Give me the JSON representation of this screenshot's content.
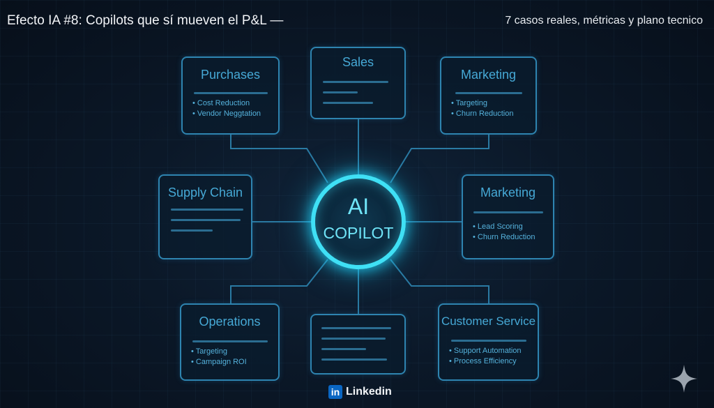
{
  "header": {
    "title": "Efecto IA #8: Copilots que sí mueven el P&L —",
    "subtitle": "7 casos reales, métricas y plano tecnico"
  },
  "center": {
    "line1": "AI",
    "line2": "COPILOT"
  },
  "nodes": {
    "purchases": {
      "title": "Purchases",
      "items": [
        "Cost Reduction",
        "Vendor Neggtation"
      ]
    },
    "sales": {
      "title": "Sales"
    },
    "marketing_top": {
      "title": "Marketing",
      "items": [
        "Targeting",
        "Churn Reduction"
      ]
    },
    "supply_chain": {
      "title": "Supply Chain"
    },
    "marketing_right": {
      "title": "Marketing",
      "items": [
        "Lead Scoring",
        "Churn Reduction"
      ]
    },
    "operations": {
      "title": "Operations",
      "items": [
        "Targeting",
        "Campaign ROI"
      ]
    },
    "customer_service": {
      "title": "Customer Service",
      "items": [
        "Support Automation",
        "Process Efficiency"
      ]
    }
  },
  "footer": {
    "logo": "in",
    "brand": "Linkedin"
  },
  "colors": {
    "accent": "#3fe0f5",
    "box": "#2e84b0",
    "text": "#46a9d6"
  }
}
